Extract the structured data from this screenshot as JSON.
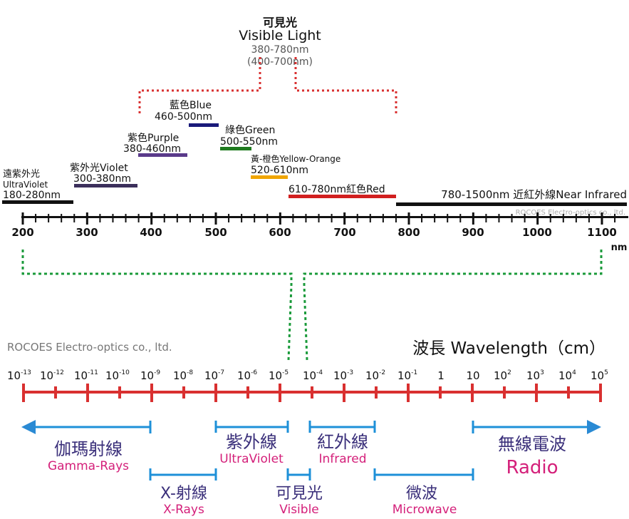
{
  "header": {
    "cn": "可見光",
    "title": "Visible Light",
    "range1": "380-780nm",
    "range2": "(400-700nm)"
  },
  "bands": [
    {
      "id": "uv",
      "line1": "遠紫外光",
      "line2": "UltraViolet",
      "line3": "180-280nm",
      "color": "#111111",
      "start": 180,
      "end": 280
    },
    {
      "id": "violet",
      "line1": "紫外光Violet",
      "line2": "300-380nm",
      "color": "#3b2f5b",
      "start": 300,
      "end": 380
    },
    {
      "id": "purple",
      "line1": "紫色Purple",
      "line2": "380-460nm",
      "color": "#5a3a8a",
      "start": 380,
      "end": 460
    },
    {
      "id": "blue",
      "line1": "藍色Blue",
      "line2": "460-500nm",
      "color": "#1a1a7a",
      "start": 460,
      "end": 500
    },
    {
      "id": "green",
      "line1": "綠色Green",
      "line2": "500-550nm",
      "color": "#1f7a1f",
      "start": 500,
      "end": 550
    },
    {
      "id": "yellow",
      "line1": "黃-橙色Yellow-Orange",
      "line2": "520-610nm",
      "color": "#f0a500",
      "start": 520,
      "end": 610
    },
    {
      "id": "red",
      "line1": "610-780nm紅色Red",
      "color": "#d11f1f",
      "start": 610,
      "end": 780
    },
    {
      "id": "nir",
      "line1": "780-1500nm 近紅外線Near Infrared",
      "color": "#111111",
      "start": 780,
      "end": 1100
    }
  ],
  "nm_scale": {
    "ticks": [
      "200",
      "300",
      "400",
      "500",
      "600",
      "700",
      "800",
      "900",
      "1000",
      "1100"
    ],
    "unit": "nm"
  },
  "watermark_top": "ROCOES Electro-optics co., ltd.",
  "watermark_mid": "ROCOES Electro-optics co., ltd.",
  "wavelength_title": "波長 Wavelength（cm）",
  "exp_scale": {
    "labels": [
      "-13",
      "-12",
      "-11",
      "-10",
      "-9",
      "-8",
      "-7",
      "-6",
      "-5",
      "-4",
      "-3",
      "-2",
      "-1",
      "1",
      "10",
      "2",
      "3",
      "4",
      "5"
    ]
  },
  "regions": [
    {
      "id": "gamma",
      "cn": "伽瑪射線",
      "en": "Gamma-Rays"
    },
    {
      "id": "xray",
      "cn": "X-射線",
      "en": "X-Rays"
    },
    {
      "id": "uv",
      "cn": "紫外線",
      "en": "UltraViolet"
    },
    {
      "id": "visible",
      "cn": "可見光",
      "en": "Visible"
    },
    {
      "id": "ir",
      "cn": "紅外線",
      "en": "Infrared"
    },
    {
      "id": "micro",
      "cn": "微波",
      "en": "Microwave"
    },
    {
      "id": "radio",
      "cn": "無線電波",
      "en": "Radio"
    }
  ],
  "colors": {
    "axis_red": "#d93030",
    "bracket_blue": "#1e90d8",
    "arrow_blue": "#2a8ad4",
    "cn_purple": "#3a2f7a",
    "en_magenta": "#d4207a",
    "visible_dotted_red": "#d93030",
    "dotted_green": "#1a9a3a"
  }
}
